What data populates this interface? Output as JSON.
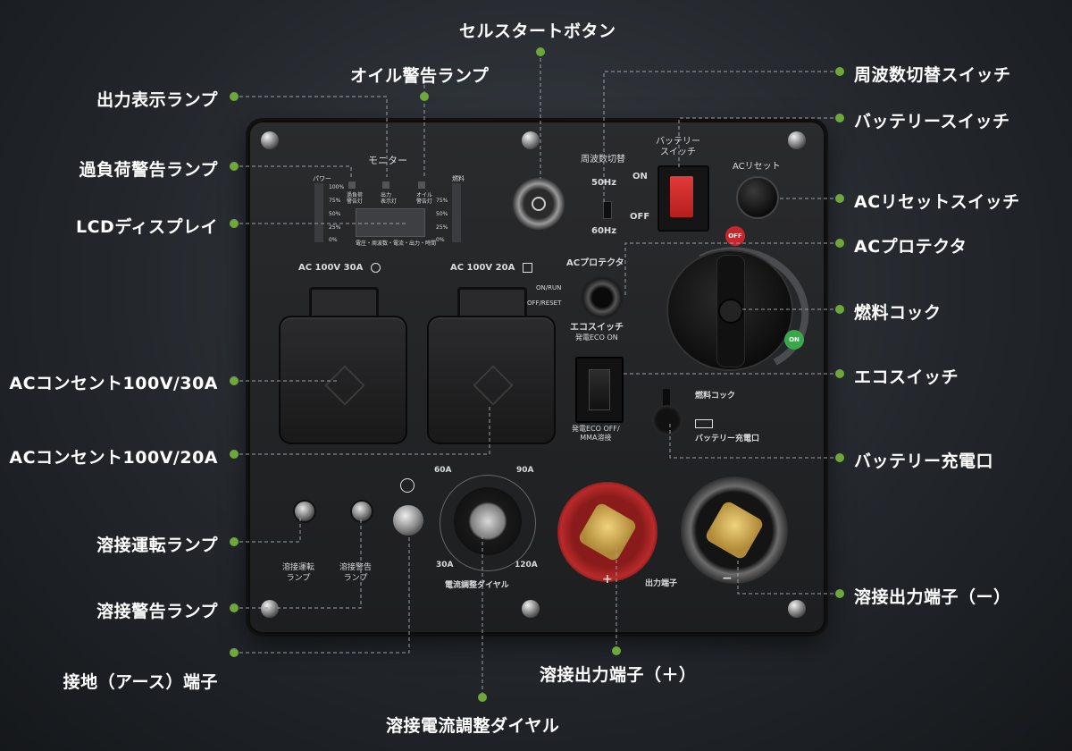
{
  "callouts": {
    "cell_start": "セルスタートボタン",
    "oil_lamp": "オイル警告ランプ",
    "output_lamp": "出力表示ランプ",
    "overload_lamp": "過負荷警告ランプ",
    "lcd": "LCDディスプレイ",
    "outlet_30a": "ACコンセント100V/30A",
    "outlet_20a": "ACコンセント100V/20A",
    "weld_run_lamp": "溶接運転ランプ",
    "weld_warn_lamp": "溶接警告ランプ",
    "ground": "接地（アース）端子",
    "weld_dial": "溶接電流調整ダイヤル",
    "weld_plus": "溶接出力端子（＋）",
    "freq_switch": "周波数切替スイッチ",
    "battery_switch": "バッテリースイッチ",
    "ac_reset": "ACリセットスイッチ",
    "ac_protector": "ACプロテクタ",
    "fuel_cock": "燃料コック",
    "eco_switch": "エコスイッチ",
    "battery_port": "バッテリー充電口",
    "weld_minus": "溶接出力端子（ー）"
  },
  "panel": {
    "monitor": "モニター",
    "power": "パワー",
    "fuel": "燃料",
    "pct": [
      "100%",
      "75%",
      "50%",
      "25%",
      "0%"
    ],
    "overload": "過負荷\n警告灯",
    "output": "出力\n表示灯",
    "oil": "オイル\n警告灯",
    "lcd_caption": "電圧・周波数・電流・出力・時間",
    "freq_title": "周波数切替",
    "hz50": "50Hz",
    "hz60": "60Hz",
    "battery_title": "バッテリー\nスイッチ",
    "on": "ON",
    "off": "OFF",
    "ac_reset": "ACリセット",
    "ac_protector": "ACプロテクタ",
    "on_run": "ON/RUN",
    "off_reset": "OFF/RESET",
    "eco_title": "エコスイッチ",
    "eco_sub": "発電ECO ON",
    "eco_bottom": "発電ECO OFF/\nMMA溶接",
    "fuel_cock": "燃料コック",
    "battery_charge": "バッテリー充電口",
    "off_badge": "OFF",
    "on_badge": "ON",
    "outlet_30a": "AC 100V 30A",
    "outlet_20a": "AC 100V 20A",
    "weld_run": "溶接運転\nランプ",
    "weld_warn": "溶接警告\nランプ",
    "dial_60": "60A",
    "dial_90": "90A",
    "dial_30": "30A",
    "dial_120": "120A",
    "dial_caption": "電流調整ダイヤル",
    "output_terminal": "出力端子",
    "plus": "+",
    "minus": "−"
  },
  "colors": {
    "accent_dot": "#6fa83a",
    "red_switch": "#d8262a",
    "red_terminal": "#a01f1f",
    "brass": "#c9a24a"
  }
}
